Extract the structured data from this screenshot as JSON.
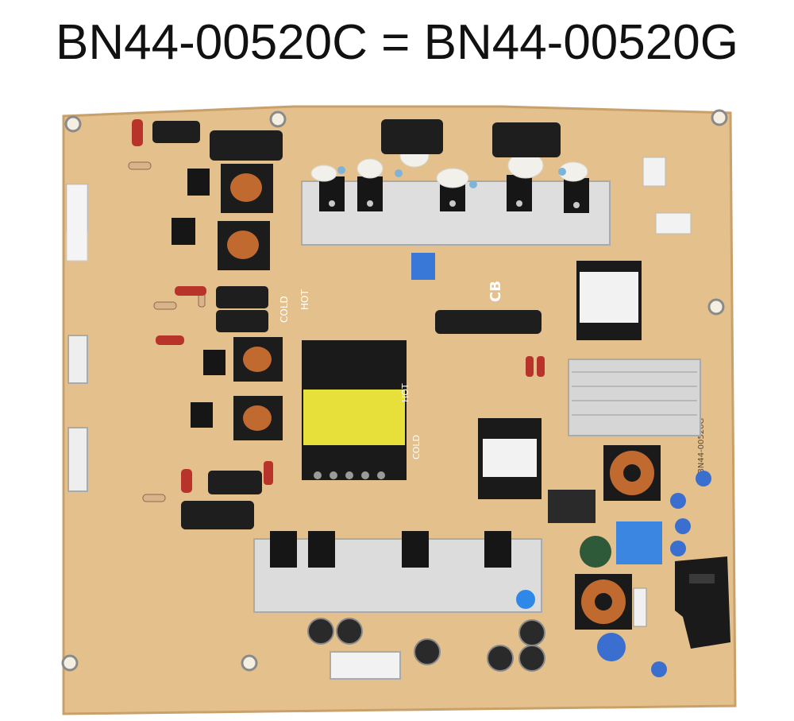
{
  "heading": {
    "text": "BN44-00520C = BN44-00520G"
  },
  "board_silkscreen": {
    "labels": [
      "COLD",
      "HOT",
      "CB",
      "HOT",
      "COLD"
    ],
    "model_marking": "BN44-00520G"
  },
  "colors": {
    "pcb": "#e3c08a",
    "pcb_edge": "#d9b27a",
    "heatsink": "#d8d8d8",
    "transformer_core": "#1a1a1a",
    "transformer_yellow": "#e8e03a",
    "capacitor_body": "#1e1e1e",
    "capacitor_blue": "#3a78d8",
    "resistor_red": "#c23a2a",
    "copper_coil": "#c06a30",
    "white_glue": "#f2f2ee",
    "heading_text": "#111111"
  }
}
